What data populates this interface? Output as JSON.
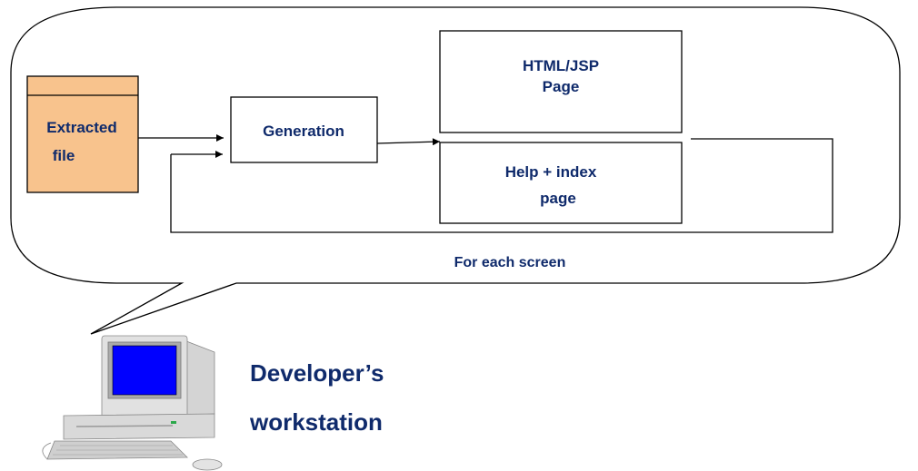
{
  "boxes": {
    "extracted_line1": "Extracted",
    "extracted_line2": "file",
    "generation": "Generation",
    "html_line1": "HTML/JSP",
    "html_line2": "Page",
    "help_line1": "Help + index",
    "help_line2": "page"
  },
  "loop_label": "For each screen",
  "workstation": {
    "line1": "Developer’s",
    "line2": "workstation"
  },
  "colors": {
    "text": "#0f2a6b",
    "file_fill": "#f8c38d",
    "screen": "#0000ff"
  }
}
